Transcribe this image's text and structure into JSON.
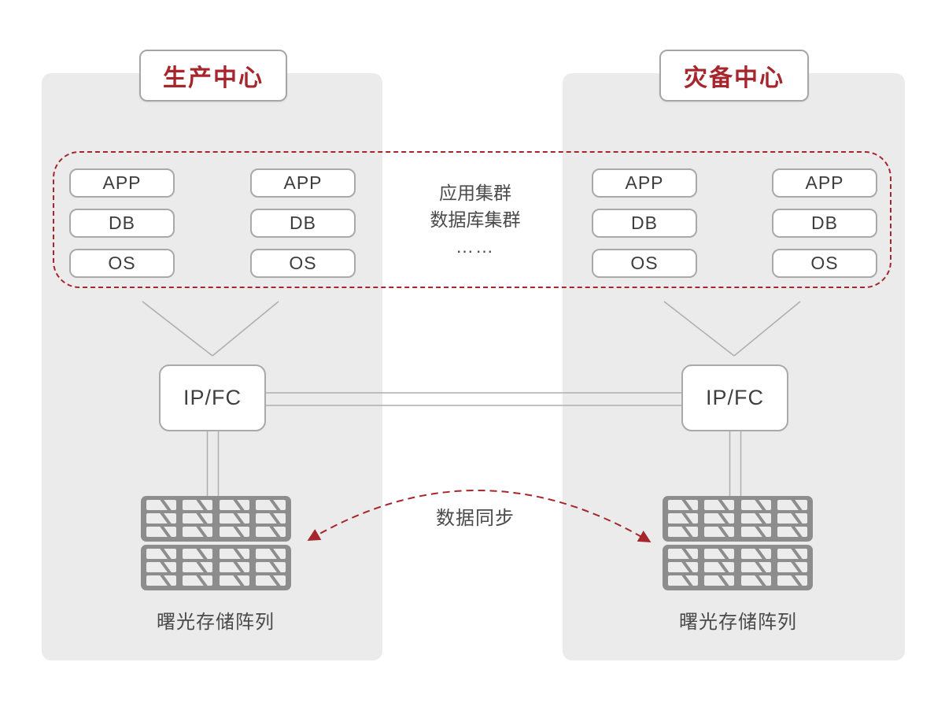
{
  "colors": {
    "accent_red": "#a5262c",
    "panel_bg": "#ebebeb",
    "box_border": "#a9a9a9",
    "connector_gray": "#aeaeae",
    "storage_gray": "#8d8d8d",
    "text_dark": "#3d3d3d"
  },
  "production_center": {
    "title": "生产中心",
    "stacks": [
      [
        "APP",
        "DB",
        "OS"
      ],
      [
        "APP",
        "DB",
        "OS"
      ]
    ],
    "switch_label": "IP/FC",
    "storage_label": "曙光存储阵列"
  },
  "disaster_center": {
    "title": "灾备中心",
    "stacks": [
      [
        "APP",
        "DB",
        "OS"
      ],
      [
        "APP",
        "DB",
        "OS"
      ]
    ],
    "switch_label": "IP/FC",
    "storage_label": "曙光存储阵列"
  },
  "cluster_note": [
    "应用集群",
    "数据库集群",
    "……"
  ],
  "sync_arrow_label": "数据同步"
}
